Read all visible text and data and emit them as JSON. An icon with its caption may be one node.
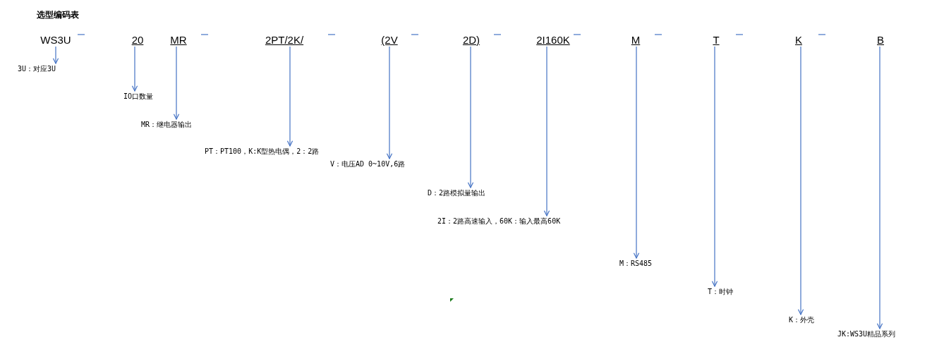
{
  "diagram": {
    "title": "选型编码表",
    "nodes": [
      {
        "text": [
          "WS3U"
        ]
      },
      {
        "text": [
          "3U：对应3U"
        ]
      },
      {
        "text": [
          "20"
        ]
      },
      {
        "text": [
          "IO口数量"
        ]
      },
      {
        "text": [
          "MR"
        ]
      },
      {
        "text": [
          "MR：继电器输出"
        ]
      },
      {
        "text": [
          "2PT/2K/"
        ]
      },
      {
        "text": [
          "PT：PT100，K:K型热电偶，2：2路"
        ]
      },
      {
        "text": [
          "(2V"
        ]
      },
      {
        "text": [
          "V：电压AD 0~10V,6路"
        ]
      },
      {
        "text": [
          "2D)"
        ]
      },
      {
        "text": [
          "D：2路模拟量输出"
        ]
      },
      {
        "text": [
          "2I160K"
        ]
      },
      {
        "text": [
          "2I：2路高速输入，60K：输入最高60K"
        ]
      },
      {
        "text": [
          "M"
        ]
      },
      {
        "text": [
          "M：RS485"
        ]
      },
      {
        "text": [
          "T"
        ]
      },
      {
        "text": [
          "T：时钟"
        ]
      },
      {
        "text": [
          "K"
        ]
      },
      {
        "text": [
          "K：外壳"
        ]
      },
      {
        "text": [
          "B"
        ]
      },
      {
        "text": [
          "JK:WS3U精品系列"
        ]
      }
    ],
    "edges": [
      {
        "from": 0,
        "to": 1,
        "arrow": "to"
      },
      {
        "from": 2,
        "to": 3,
        "arrow": "to"
      },
      {
        "from": 4,
        "to": 5,
        "arrow": "to"
      },
      {
        "from": 6,
        "to": 7,
        "arrow": "to"
      },
      {
        "from": 8,
        "to": 9,
        "arrow": "to"
      },
      {
        "from": 10,
        "to": 11,
        "arrow": "to"
      },
      {
        "from": 12,
        "to": 13,
        "arrow": "to"
      },
      {
        "from": 14,
        "to": 15,
        "arrow": "to"
      },
      {
        "from": 16,
        "to": 17,
        "arrow": "to"
      },
      {
        "from": 18,
        "to": 19,
        "arrow": "to"
      },
      {
        "from": 20,
        "to": 21,
        "arrow": "to"
      }
    ]
  }
}
